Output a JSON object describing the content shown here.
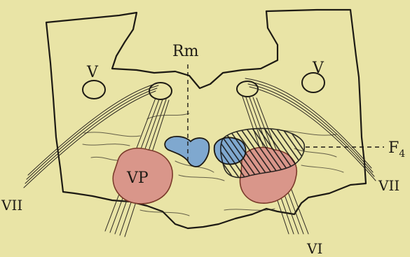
{
  "labels": {
    "rm": "Rm",
    "v_left": "V",
    "v_right": "V",
    "vii_left": "VII",
    "vii_right": "VII",
    "vp": "VP",
    "vi": "VI",
    "f4_main": "F",
    "f4_sub": "4"
  },
  "colors": {
    "paper": "#e9e4a6",
    "ink": "#1d1a14",
    "nucleus_blue": "#7fa8cf",
    "lesion_red": "#d9968a"
  }
}
